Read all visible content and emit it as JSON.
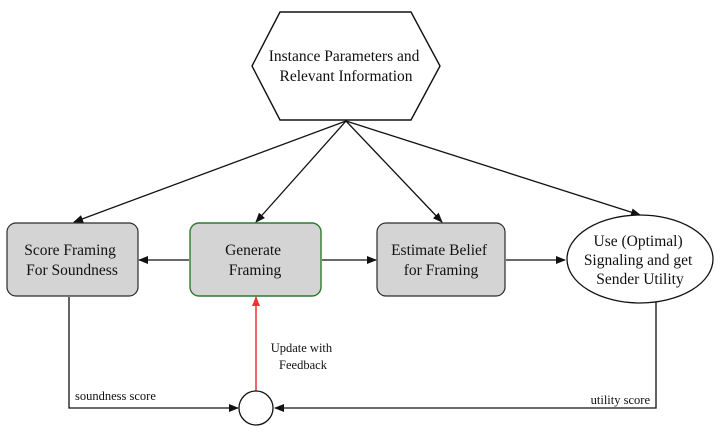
{
  "nodes": {
    "instance": {
      "lines": [
        "Instance Parameters and",
        "Relevant Information"
      ]
    },
    "score": {
      "lines": [
        "Score Framing",
        "For Soundness"
      ]
    },
    "generate": {
      "lines": [
        "Generate",
        "Framing"
      ]
    },
    "estimate": {
      "lines": [
        "Estimate Belief",
        "for Framing"
      ]
    },
    "signaling": {
      "lines": [
        "Use (Optimal)",
        "Signaling and get",
        "Sender Utility"
      ]
    }
  },
  "edge_labels": {
    "feedback": [
      "Update with",
      "Feedback"
    ],
    "soundness_score": "soundness score",
    "utility_score": "utility score"
  },
  "colors": {
    "box_fill": "#d4d4d4",
    "box_border": "#2b2b2b",
    "generate_border": "#2f7a2f",
    "edge": "#111111",
    "feedback_edge": "#ee3333"
  }
}
